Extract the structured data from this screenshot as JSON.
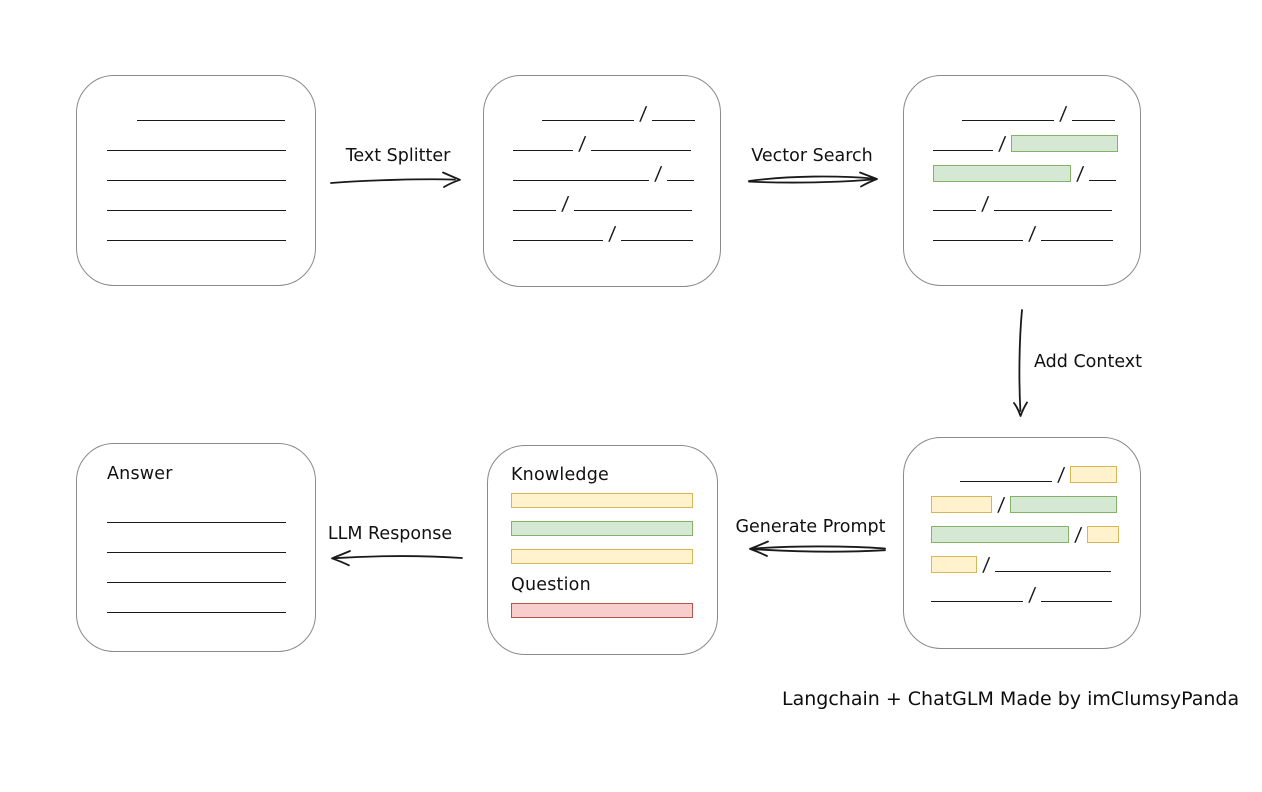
{
  "caption": "Langchain + ChatGLM Made by imClumsyPanda",
  "colors": {
    "box_border": "#8a8a8a",
    "line": "#1a1a1a",
    "green_fill": "#d5e8d4",
    "green_border": "#82b366",
    "yellow_fill": "#fff2cc",
    "yellow_border": "#d6b656",
    "red_fill": "#f8cecc",
    "red_border": "#b85450"
  },
  "arrows": {
    "text_splitter": {
      "label": "Text Splitter",
      "direction": "right",
      "style": "single"
    },
    "vector_search": {
      "label": "Vector Search",
      "direction": "right",
      "style": "double"
    },
    "add_context": {
      "label": "Add Context",
      "direction": "down",
      "style": "single"
    },
    "generate_prompt": {
      "label": "Generate Prompt",
      "direction": "left",
      "style": "double"
    },
    "llm_response": {
      "label": "LLM Response",
      "direction": "left",
      "style": "single"
    }
  },
  "boxes": {
    "document": {
      "rows": [
        {
          "segs": [
            {
              "t": "line",
              "w": 148,
              "indent": 30
            }
          ]
        },
        {
          "segs": [
            {
              "t": "line",
              "w": 179
            }
          ]
        },
        {
          "segs": [
            {
              "t": "line",
              "w": 179
            }
          ]
        },
        {
          "segs": [
            {
              "t": "line",
              "w": 179
            }
          ]
        },
        {
          "segs": [
            {
              "t": "line",
              "w": 179
            }
          ]
        }
      ]
    },
    "split_chunks": {
      "rows": [
        {
          "segs": [
            {
              "t": "line",
              "w": 92,
              "indent": 29
            },
            {
              "t": "slash",
              "glyph": "/"
            },
            {
              "t": "line",
              "w": 43
            }
          ]
        },
        {
          "segs": [
            {
              "t": "line",
              "w": 60
            },
            {
              "t": "slash",
              "glyph": "/"
            },
            {
              "t": "line",
              "w": 100
            }
          ]
        },
        {
          "segs": [
            {
              "t": "line",
              "w": 136
            },
            {
              "t": "slash",
              "glyph": "/"
            },
            {
              "t": "line",
              "w": 27
            }
          ]
        },
        {
          "segs": [
            {
              "t": "line",
              "w": 43
            },
            {
              "t": "slash",
              "glyph": "/"
            },
            {
              "t": "line",
              "w": 118
            }
          ]
        },
        {
          "segs": [
            {
              "t": "line",
              "w": 90
            },
            {
              "t": "slash",
              "glyph": "/"
            },
            {
              "t": "line",
              "w": 72
            }
          ]
        }
      ]
    },
    "matched_chunks": {
      "rows": [
        {
          "segs": [
            {
              "t": "line",
              "w": 92,
              "indent": 29
            },
            {
              "t": "slash",
              "glyph": "/"
            },
            {
              "t": "line",
              "w": 43
            }
          ]
        },
        {
          "segs": [
            {
              "t": "line",
              "w": 60
            },
            {
              "t": "slash",
              "glyph": "/"
            },
            {
              "t": "chunk",
              "c": "green",
              "w": 107
            }
          ]
        },
        {
          "segs": [
            {
              "t": "chunk",
              "c": "green",
              "w": 138
            },
            {
              "t": "slash",
              "glyph": "/"
            },
            {
              "t": "line",
              "w": 27
            }
          ]
        },
        {
          "segs": [
            {
              "t": "line",
              "w": 43
            },
            {
              "t": "slash",
              "glyph": "/"
            },
            {
              "t": "line",
              "w": 118
            }
          ]
        },
        {
          "segs": [
            {
              "t": "line",
              "w": 90
            },
            {
              "t": "slash",
              "glyph": "/"
            },
            {
              "t": "line",
              "w": 72
            }
          ]
        }
      ]
    },
    "context_chunks": {
      "rows": [
        {
          "segs": [
            {
              "t": "line",
              "w": 92,
              "indent": 29
            },
            {
              "t": "slash",
              "glyph": "/"
            },
            {
              "t": "chunk",
              "c": "yellow",
              "w": 47
            }
          ]
        },
        {
          "segs": [
            {
              "t": "chunk",
              "c": "yellow",
              "w": 61
            },
            {
              "t": "slash",
              "glyph": "/"
            },
            {
              "t": "chunk",
              "c": "green",
              "w": 107
            }
          ]
        },
        {
          "segs": [
            {
              "t": "chunk",
              "c": "green",
              "w": 138
            },
            {
              "t": "slash",
              "glyph": "/"
            },
            {
              "t": "chunk",
              "c": "yellow",
              "w": 32
            }
          ]
        },
        {
          "segs": [
            {
              "t": "chunk",
              "c": "yellow",
              "w": 46
            },
            {
              "t": "slash",
              "glyph": "/"
            },
            {
              "t": "line",
              "w": 116
            }
          ]
        },
        {
          "segs": [
            {
              "t": "line",
              "w": 92
            },
            {
              "t": "slash",
              "glyph": "/"
            },
            {
              "t": "line",
              "w": 71
            }
          ]
        }
      ]
    },
    "prompt": {
      "rows": [
        {
          "cls": "row-label",
          "segs": [
            {
              "t": "label",
              "text": "Knowledge"
            }
          ]
        },
        {
          "mt": 8,
          "segs": [
            {
              "t": "chunk",
              "c": "yellow",
              "w": 182,
              "h": 15
            }
          ]
        },
        {
          "mt": 13,
          "segs": [
            {
              "t": "chunk",
              "c": "green",
              "w": 182,
              "h": 15
            }
          ]
        },
        {
          "mt": 13,
          "segs": [
            {
              "t": "chunk",
              "c": "yellow",
              "w": 182,
              "h": 15
            }
          ]
        },
        {
          "cls": "row-label",
          "mt": 11,
          "segs": [
            {
              "t": "label",
              "text": "Question"
            }
          ]
        },
        {
          "mt": 8,
          "segs": [
            {
              "t": "chunk",
              "c": "red",
              "w": 182,
              "h": 15
            }
          ]
        }
      ]
    },
    "answer": {
      "rows": [
        {
          "cls": "row-label",
          "segs": [
            {
              "t": "label",
              "text": "Answer"
            }
          ]
        },
        {
          "mt": 10,
          "segs": [
            {
              "t": "line",
              "w": 179
            }
          ]
        },
        {
          "segs": [
            {
              "t": "line",
              "w": 179
            }
          ]
        },
        {
          "segs": [
            {
              "t": "line",
              "w": 179
            }
          ]
        },
        {
          "segs": [
            {
              "t": "line",
              "w": 179
            }
          ]
        }
      ]
    }
  }
}
